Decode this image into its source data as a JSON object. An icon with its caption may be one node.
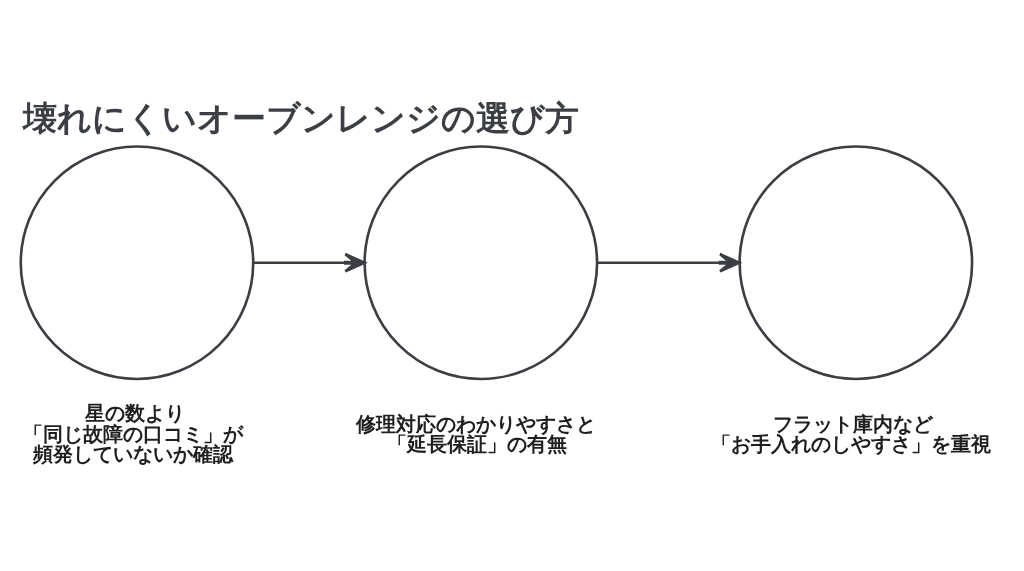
{
  "diagram": {
    "title": "壊れにくいオーブンレンジの選び方",
    "nodes": [
      {
        "text": [],
        "shape": "circle",
        "beside": [
          "星の数より「同じ故障の口コミ」が頻発していないか確認"
        ]
      },
      {
        "text": [],
        "shape": "circle",
        "beside": [
          "修理対応のわかりやすさと「延長保証」の有無"
        ]
      },
      {
        "text": [],
        "shape": "circle",
        "beside": [
          "フラット庫内など「お手入れのしやすさ」を重視"
        ]
      }
    ],
    "edges": [
      {
        "from": 0,
        "to": 1,
        "arrow": "to"
      },
      {
        "from": 1,
        "to": 2,
        "arrow": "to"
      }
    ]
  }
}
